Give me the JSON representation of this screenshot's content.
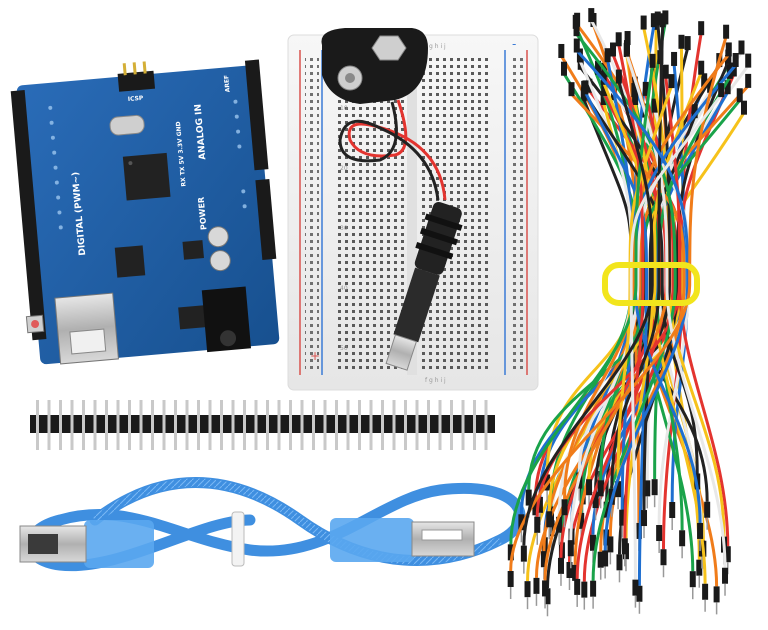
{
  "scene": {
    "description_kind": "product photo",
    "items": [
      {
        "id": "board",
        "icon": "microcontroller-board-icon"
      },
      {
        "id": "breadboard",
        "icon": "breadboard-icon"
      },
      {
        "id": "battery_clip",
        "icon": "battery-clip-icon"
      },
      {
        "id": "header",
        "icon": "pin-header-icon"
      },
      {
        "id": "usb_cable",
        "icon": "usb-cable-icon"
      },
      {
        "id": "jumpers",
        "icon": "jumper-wires-icon"
      }
    ]
  },
  "board": {
    "silk_digital": "DIGITAL (PWM~)",
    "silk_analog": "ANALOG IN",
    "silk_power": "POWER",
    "silk_rx_tx": "RX TX 5V 3.3V GND",
    "silk_icsp": "ICSP",
    "silk_aref": "AREF"
  },
  "breadboard": {
    "col_letters_top": "f g h i j",
    "col_letters_bottom": "f g h i j",
    "row_numbers": [
      "10",
      "20",
      "30",
      "40",
      "50"
    ],
    "plus_sign": "+",
    "minus_sign": "-"
  },
  "colors": {
    "board_blue": "#1f5fa8",
    "breadboard_white": "#f2f2f2",
    "rail_red": "#d9534f",
    "rail_blue": "#3b7bd6",
    "cable_blue": "#3f8fe0",
    "wire_colors": [
      "#e3342f",
      "#f6c21b",
      "#1aa34a",
      "#1f6fd0",
      "#f07c1a",
      "#ffffff",
      "#222222"
    ]
  }
}
